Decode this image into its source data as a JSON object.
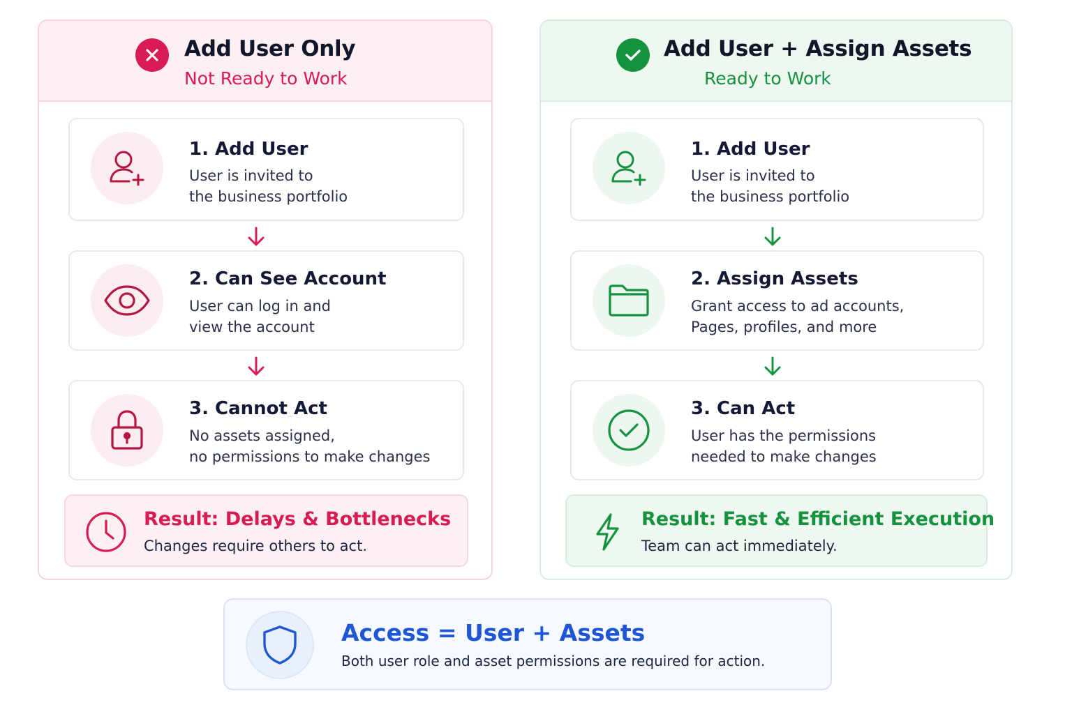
{
  "colors": {
    "negative": "#d81b55",
    "positive": "#14923e",
    "accent": "#1e56d6"
  },
  "left_panel": {
    "status_icon": "x-circle-icon",
    "title": "Add User Only",
    "subtitle": "Not Ready to Work",
    "steps": [
      {
        "icon": "add-user-icon",
        "title": "1. Add User",
        "desc_line1": "User is invited to",
        "desc_line2": "the business portfolio"
      },
      {
        "icon": "eye-icon",
        "title": "2. Can See Account",
        "desc_line1": "User can log in and",
        "desc_line2": "view the account"
      },
      {
        "icon": "lock-icon",
        "title": "3. Cannot Act",
        "desc_line1": "No assets assigned,",
        "desc_line2": "no permissions to make changes"
      }
    ],
    "result": {
      "icon": "clock-icon",
      "title": "Result: Delays & Bottlenecks",
      "desc": "Changes require others to act."
    }
  },
  "right_panel": {
    "status_icon": "check-circle-icon",
    "title": "Add User + Assign Assets",
    "subtitle": "Ready to Work",
    "steps": [
      {
        "icon": "add-user-icon",
        "title": "1. Add User",
        "desc_line1": "User is invited to",
        "desc_line2": "the business portfolio"
      },
      {
        "icon": "folder-icon",
        "title": "2. Assign Assets",
        "desc_line1": "Grant access to ad accounts,",
        "desc_line2": "Pages, profiles, and more"
      },
      {
        "icon": "check-circle-icon",
        "title": "3. Can Act",
        "desc_line1": "User has the permissions",
        "desc_line2": "needed to make changes"
      }
    ],
    "result": {
      "icon": "lightning-icon",
      "title": "Result: Fast & Efficient Execution",
      "desc": "Team can act immediately."
    }
  },
  "summary": {
    "icon": "shield-icon",
    "title": "Access = User + Assets",
    "desc": "Both user role and asset permissions are required for action."
  }
}
